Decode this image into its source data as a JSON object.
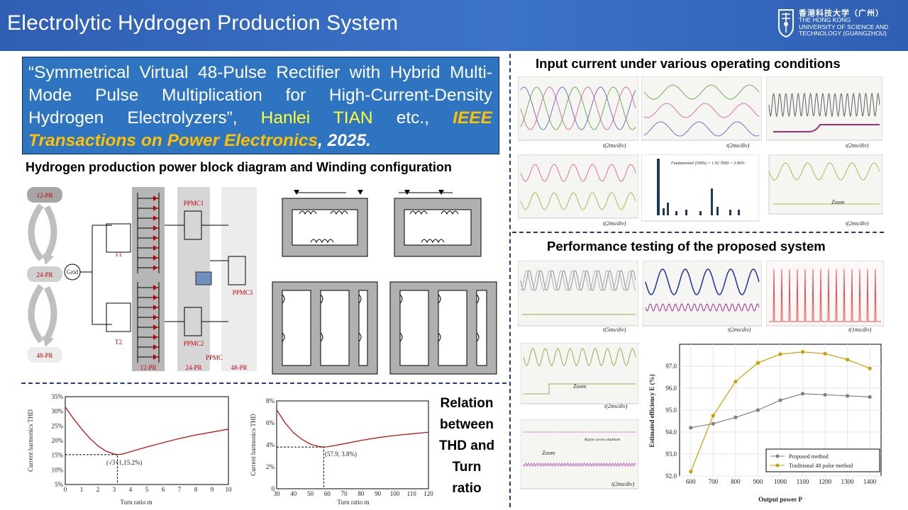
{
  "header": {
    "title": "Electrolytic Hydrogen Production System",
    "logo_cn": "香港科技大学（广州）",
    "logo_en": [
      "THE HONG KONG",
      "UNIVERSITY OF SCIENCE AND",
      "TECHNOLOGY (GUANGZHOU)"
    ]
  },
  "paper": {
    "title_quote": "“Symmetrical Virtual 48-Pulse Rectifier with Hybrid Multi-Mode Pulse Multiplication for High-Current-Density Hydrogen Electrolyzers”, ",
    "author": "Hanlei TIAN",
    "etc": " etc., ",
    "journal": "IEEE Transactions on Power Electronics",
    "year": ", 2025."
  },
  "sections": {
    "block_diagram": "Hydrogen production power block diagram and Winding configuration",
    "input_current": "Input current under various operating conditions",
    "performance": "Performance testing of the proposed system",
    "relation": [
      "Relation",
      "between",
      "THD and",
      "Turn",
      "ratio"
    ]
  },
  "block_diagram": {
    "stage_labels": [
      "12-PR",
      "24-PR",
      "48-PR"
    ],
    "grid": "Grid",
    "transformers": [
      "T1",
      "T2"
    ],
    "ppmc": [
      "PPMC1",
      "PPMC2",
      "PPMC3",
      "PPMC"
    ],
    "bottom_labels": [
      "12-PR",
      "24-PR",
      "48-PR"
    ]
  },
  "thd_chart_1": {
    "ylabel": "Current harmonics THD",
    "xlabel": "Turn ratio m",
    "annotation": "(√3+1,15.2%)"
  },
  "thd_chart_2": {
    "ylabel": "Current harmonics THD",
    "xlabel": "Turn ratio m",
    "annotation": "(57.9, 3.8%)"
  },
  "efficiency_legend": [
    "Proposed method",
    "Traditional 48 pulse method"
  ],
  "efficiency_chart_texts": {
    "xlabel": "Output power P",
    "ylabel": "Estimated efficiency E (%)"
  },
  "waveform_labels": {
    "time_2ms": "t(2ms/div)",
    "time_5ms": "t(5ms/div)",
    "time_1ms": "t(1ms/div)",
    "zoom": "Zoom",
    "ripple": "Ripple current amplitude",
    "thd_note": "Fundamental (50Hz) = 1.92 THD = 3.86%"
  },
  "chart_data": [
    {
      "type": "line",
      "x": [
        0,
        0.5,
        1,
        1.5,
        2,
        2.5,
        3,
        3.2,
        3.5,
        4,
        5,
        6,
        7,
        8,
        9,
        10
      ],
      "series": [
        {
          "values": [
            31.5,
            27.5,
            24,
            20.8,
            18.2,
            16.4,
            15.4,
            15.2,
            15.4,
            16.2,
            17.8,
            19.3,
            20.7,
            21.9,
            22.9,
            23.9
          ]
        }
      ],
      "xlim": [
        0,
        10
      ],
      "ylim": [
        5,
        35
      ],
      "xticks": [
        0,
        1,
        2,
        3,
        4,
        5,
        6,
        7,
        8,
        9,
        10
      ],
      "yticks": [
        "5%",
        "10%",
        "15%",
        "20%",
        "25%",
        "30%",
        "35%"
      ],
      "marker": [
        3.2,
        15.2
      ]
    },
    {
      "type": "line",
      "x": [
        30,
        35,
        40,
        45,
        50,
        55,
        57.9,
        60,
        70,
        80,
        90,
        100,
        110,
        120
      ],
      "series": [
        {
          "values": [
            7.2,
            6.0,
            5.1,
            4.5,
            4.05,
            3.85,
            3.8,
            3.82,
            4.1,
            4.4,
            4.65,
            4.85,
            5.0,
            5.15
          ]
        }
      ],
      "xlim": [
        30,
        120
      ],
      "ylim": [
        0,
        8
      ],
      "xticks": [
        30,
        40,
        50,
        60,
        70,
        80,
        90,
        100,
        110,
        120
      ],
      "yticks": [
        "0",
        "2%",
        "4%",
        "6%",
        "8%"
      ],
      "marker": [
        57.9,
        3.8
      ]
    },
    {
      "type": "line",
      "categories": [
        600,
        700,
        800,
        900,
        1000,
        1100,
        1200,
        1300,
        1400
      ],
      "series": [
        {
          "name": "Proposed method",
          "color": "#808080",
          "values": [
            94.2,
            94.38,
            94.67,
            95.0,
            95.45,
            95.75,
            95.7,
            95.65,
            95.6
          ]
        },
        {
          "name": "Traditional 48 pulse method",
          "color": "#c8a000",
          "values": [
            92.2,
            94.75,
            96.3,
            97.15,
            97.55,
            97.65,
            97.57,
            97.3,
            96.9
          ]
        }
      ],
      "xlim": [
        550,
        1450
      ],
      "ylim": [
        92.0,
        98.0
      ],
      "xticks": [
        600,
        700,
        800,
        900,
        1000,
        1100,
        1200,
        1300,
        1400
      ],
      "yticks": [
        "92.0",
        "93.0",
        "94.0",
        "95.0",
        "96.0",
        "97.0"
      ],
      "legend": "bottom-right"
    }
  ]
}
